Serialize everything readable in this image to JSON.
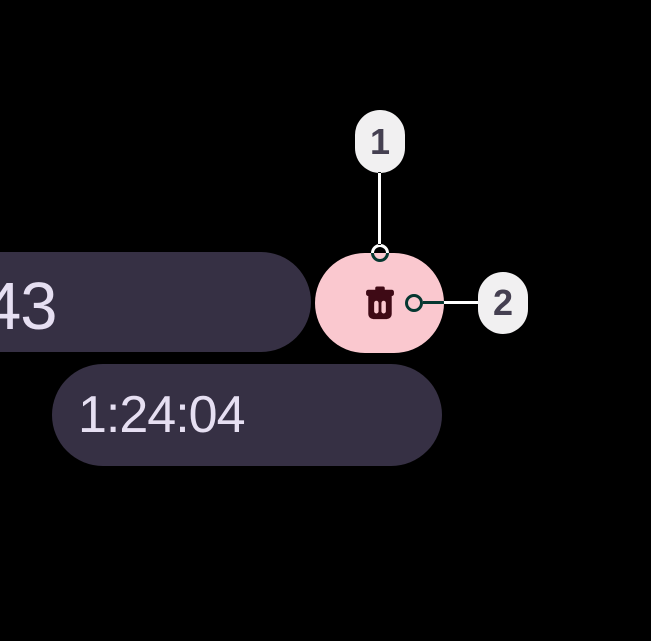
{
  "timer": {
    "main_digits_partial": "43",
    "secondary_time": "1:24:04"
  },
  "delete_button": {
    "icon": "delete-trash-icon"
  },
  "callouts": [
    {
      "number": "1"
    },
    {
      "number": "2"
    }
  ],
  "colors": {
    "background": "#000000",
    "pill-bg": "#363044",
    "pill-text": "#E6DFF2",
    "delete-container": "#FAC8CF",
    "delete-icon": "#3E0A15",
    "badge-bg": "#F1F0F1",
    "badge-text": "#454051",
    "annotation": "#FFFFFF"
  }
}
